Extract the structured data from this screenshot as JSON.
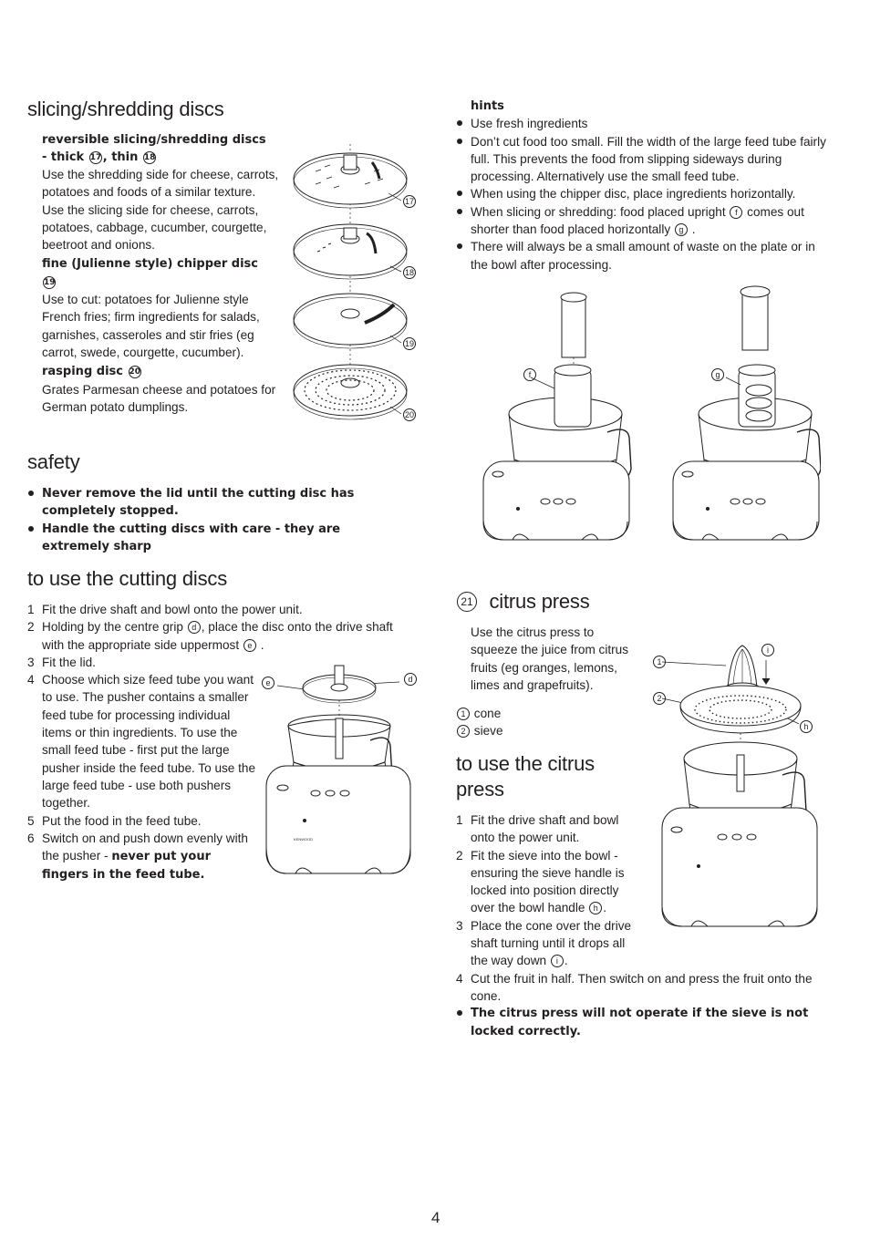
{
  "slicing": {
    "title": "slicing/shredding discs",
    "rev_head_a": "reversible slicing/shredding discs",
    "rev_head_b": "- thick",
    "rev_head_c": ", thin",
    "num17": "17",
    "num18": "18",
    "num19": "19",
    "num20": "20",
    "rev_text1": "Use the shredding side for cheese, carrots, potatoes and foods of a similar texture.",
    "rev_text2": "Use the slicing side for cheese, carrots, potatoes, cabbage, cucumber, courgette, beetroot and onions.",
    "fine_head": "fine (Julienne style) chipper disc",
    "fine_text": "Use to cut: potatoes for Julienne style French fries; firm ingredients for salads, garnishes, casseroles and stir fries (eg carrot, swede, courgette, cucumber).",
    "rasp_head": "rasping disc",
    "rasp_text": "Grates Parmesan cheese and potatoes for German potato dumplings."
  },
  "safety": {
    "title": "safety",
    "items": [
      "Never remove the lid until the cutting disc has completely stopped.",
      "Handle the cutting discs with care - they are extremely sharp"
    ]
  },
  "use_discs": {
    "title": "to use the cutting discs",
    "s1": "Fit the drive shaft and bowl onto the power unit.",
    "s2a": "Holding by the centre grip",
    "s2b": ", place the disc onto the drive shaft with the appropriate side uppermost",
    "s2c": ".",
    "s3": "Fit the lid.",
    "s4": "Choose which size feed tube you want to use. The pusher contains a smaller feed tube for processing individual items or thin ingredients. To use the small feed tube - first put the large pusher inside the feed tube. To use the large feed tube - use both pushers together.",
    "s5": "Put the food in the feed tube.",
    "s6a": "Switch on and push down evenly with the pusher -",
    "s6b": "never put your fingers in the feed tube.",
    "d": "d",
    "e": "e"
  },
  "hints": {
    "title": "hints",
    "h1": "Use fresh ingredients",
    "h2": "Don’t cut food too small. Fill the width of the large feed tube fairly full. This prevents the food from slipping sideways during processing. Alternatively use the small feed tube.",
    "h3": "When using the chipper disc, place ingredients horizontally.",
    "h4a": "When slicing or shredding: food placed upright",
    "h4b": "comes out shorter than food placed horizontally",
    "h4c": ".",
    "h5": "There will always be a small amount of waste on the plate or in the bowl after processing.",
    "f": "f",
    "g": "g"
  },
  "citrus": {
    "num": "21",
    "title": "citrus press",
    "intro": "Use the citrus press to squeeze the juice from citrus fruits (eg oranges, lemons, limes and grapefruits).",
    "p1": "1",
    "p1_label": "cone",
    "p2": "2",
    "p2_label": "sieve",
    "i": "i",
    "h": "h"
  },
  "use_citrus": {
    "title_a": "to use the citrus",
    "title_b": "press",
    "s1": "Fit the drive shaft and bowl onto the power unit.",
    "s2a": "Fit the sieve into the bowl - ensuring the sieve handle is locked into position directly over the bowl handle",
    "s2b": ".",
    "s3a": "Place the cone over the drive shaft turning until it drops all the way down",
    "s3b": ".",
    "s4": "Cut the fruit in half. Then switch on and press the fruit onto the cone.",
    "warn": "The citrus press will not operate if the sieve is not locked correctly."
  },
  "brand": "KENWOOD",
  "page_number": "4"
}
